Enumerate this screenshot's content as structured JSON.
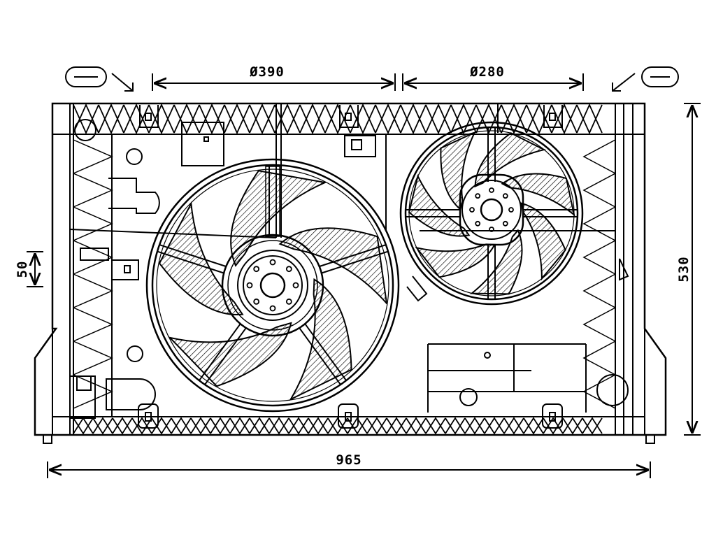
{
  "dimensions": {
    "large_fan_diameter": "Ø390",
    "small_fan_diameter": "Ø280",
    "overall_width": "965",
    "overall_height": "530",
    "mount_spacing": "50"
  },
  "connector_markers": {
    "left": "",
    "right": ""
  },
  "colors": {
    "line": "#000000",
    "background": "#ffffff"
  }
}
